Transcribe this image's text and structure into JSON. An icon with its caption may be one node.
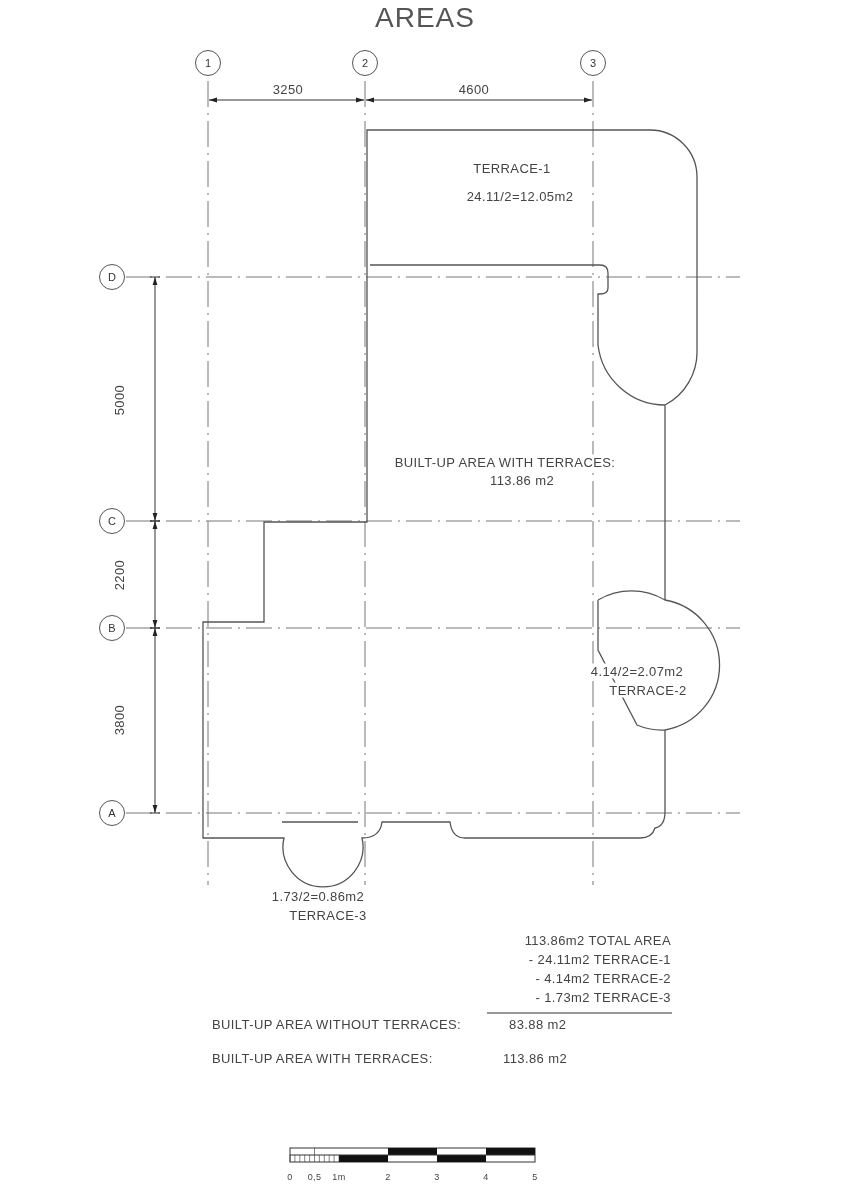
{
  "diagram": {
    "title": "AREAS",
    "nodes": [
      {
        "text": [
          "1"
        ]
      },
      {
        "text": [
          "2"
        ]
      },
      {
        "text": [
          "3"
        ]
      },
      {
        "text": [
          "D"
        ]
      },
      {
        "text": [
          "C"
        ]
      },
      {
        "text": [
          "B"
        ]
      },
      {
        "text": [
          "A"
        ]
      }
    ],
    "labels": [
      "3250",
      "4600",
      "TERRACE-1",
      "24.11/2=12.05m2",
      "5000",
      "BUILT-UP AREA WITH TERRACES:",
      "113.86 m2",
      "2200",
      "4.14/2=2.07m2",
      "TERRACE-2",
      "3800",
      "1.73/2=0.86m2",
      "TERRACE-3",
      "113.86m2 TOTAL AREA",
      "- 24.11m2 TERRACE-1",
      "- 4.14m2 TERRACE-2",
      "- 1.73m2 TERRACE-3",
      "BUILT-UP AREA WITHOUT TERRACES:",
      "83.88 m2",
      "BUILT-UP AREA WITH TERRACES:",
      "113.86 m2",
      "0",
      "0,5",
      "1m",
      "2",
      "3",
      "4",
      "5"
    ]
  }
}
